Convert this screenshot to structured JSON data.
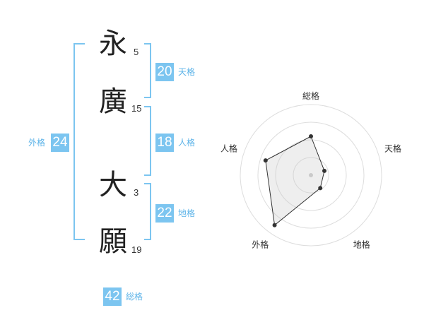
{
  "name_characters": [
    {
      "char": "永",
      "strokes": "5"
    },
    {
      "char": "廣",
      "strokes": "15"
    },
    {
      "char": "大",
      "strokes": "3"
    },
    {
      "char": "願",
      "strokes": "19"
    }
  ],
  "fortunes": {
    "ten": {
      "value": "20",
      "label": "天格"
    },
    "jin": {
      "value": "18",
      "label": "人格"
    },
    "chi": {
      "value": "22",
      "label": "地格"
    },
    "gai": {
      "value": "24",
      "label": "外格"
    },
    "so": {
      "value": "42",
      "label": "総格"
    }
  },
  "accent_color": "#7cc5f0",
  "chart_data": {
    "type": "radar",
    "axes": [
      "総格",
      "天格",
      "地格",
      "外格",
      "人格"
    ],
    "rings": 4,
    "values": [
      2.2,
      0.8,
      0.9,
      3.5,
      2.7
    ],
    "max": 4
  }
}
